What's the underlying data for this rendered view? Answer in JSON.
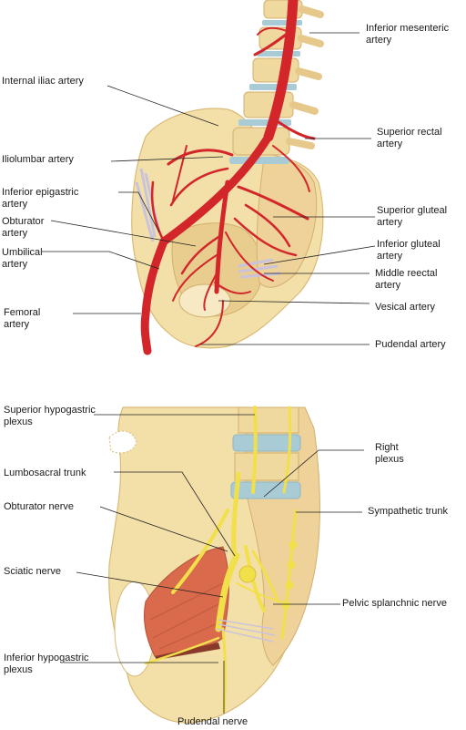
{
  "top_labels": {
    "inferior_mesenteric": "Inferior mesenteric\nartery",
    "internal_iliac": "Internal iliac artery",
    "superior_rectal": "Superior rectal\nartery",
    "iliolumbar": "Iliolumbar artery",
    "inferior_epigastric": "Inferior epigastric\nartery",
    "superior_gluteal": "Superior gluteal\nartery",
    "obturator": "Obturator\nartery",
    "inferior_gluteal": "Inferior gluteal\nartery",
    "umbilical": "Umbilical\nartery",
    "middle_rectal": "Middle reectal\nartery",
    "vesical": "Vesical artery",
    "femoral": "Femoral\nartery",
    "pudendal_artery": "Pudendal artery"
  },
  "bottom_labels": {
    "superior_hypogastric": "Superior hypogastric\nplexus",
    "right_plexus": "Right\nplexus",
    "lumbosacral_trunk": "Lumbosacral trunk",
    "obturator_nerve": "Obturator nerve",
    "sympathetic_trunk": "Sympathetic trunk",
    "sciatic_nerve": "Sciatic nerve",
    "pelvic_splanchnic": "Pelvic splanchnic nerve",
    "inferior_hypogastric": "Inferior hypogastric\nplexus",
    "pudendal_nerve": "Pudendal nerve"
  },
  "colors": {
    "bone": "#f3dfa8",
    "bone_shadow": "#e2c47f",
    "artery": "#d3262b",
    "disc": "#a9cbd6",
    "nerve": "#f2e04a",
    "muscle": "#d96a4c",
    "line": "#222222"
  }
}
